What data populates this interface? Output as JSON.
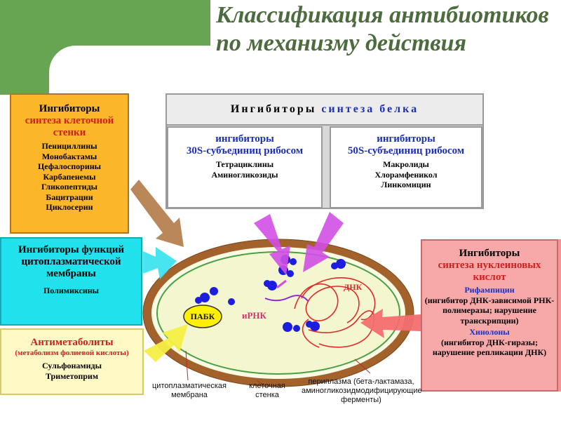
{
  "title": "Классификация антибиотиков по механизму действия",
  "boxes": {
    "cell_wall": {
      "head": "Ингибиторы",
      "head2": "синтеза клеточной стенки",
      "items": [
        "Пенициллины",
        "Монобактамы",
        "Цефалоспорины",
        "Карбапенемы",
        "Гликопептиды",
        "Бацитрации",
        "Циклосерин"
      ]
    },
    "membrane": {
      "head": "Ингибиторы функций цитоплазматической мембраны",
      "items": [
        "Полимиксины"
      ]
    },
    "antimetabolites": {
      "head": "Антиметаболиты",
      "sub": "(метаболизм фолиевой кислоты)",
      "items": [
        "Сульфонамиды",
        "Триметоприм"
      ]
    },
    "protein": {
      "head_a": "Ингибиторы",
      "head_b": "синтеза белка",
      "sub30": {
        "head": "ингибиторы",
        "head2": "30S-субъединиц рибосом",
        "items": [
          "Тетрациклины",
          "Аминогликозиды"
        ]
      },
      "sub50": {
        "head": "ингибиторы",
        "head2": "50S-субъединиц рибосом",
        "items": [
          "Макролиды",
          "Хлорамфеникол",
          "Линкомицин"
        ]
      }
    },
    "nucleic": {
      "head": "Ингибиторы",
      "head2": "синтеза нуклеиновых кислот",
      "drug1": "Рифампицин",
      "drug1_desc": "(ингибитор ДНК-зависимой РНК-полимеразы; нарушение транскрипции)",
      "drug2": "Хинолоны",
      "drug2_desc": "(ингибитор ДНК-гиразы; нарушение репликации ДНК)"
    }
  },
  "cell": {
    "pabk": "ПАБК",
    "mrna": "иРНК",
    "dna": "ДНК"
  },
  "labels": {
    "membrane": "цитоплазматическая мембрана",
    "wall": "клеточная стенка",
    "periplasm": "периплазма (бета-лактамаза, аминогликозидмодифицирующие ферменты)"
  },
  "colors": {
    "wall": "#9c5d22",
    "cytoplasm": "#f4f6d2",
    "membrane": "#4aa046",
    "ribosome": "#1d1de0",
    "dna": "#e02a2a",
    "pabk_fill": "#fff000",
    "title": "#4d6b3f"
  }
}
